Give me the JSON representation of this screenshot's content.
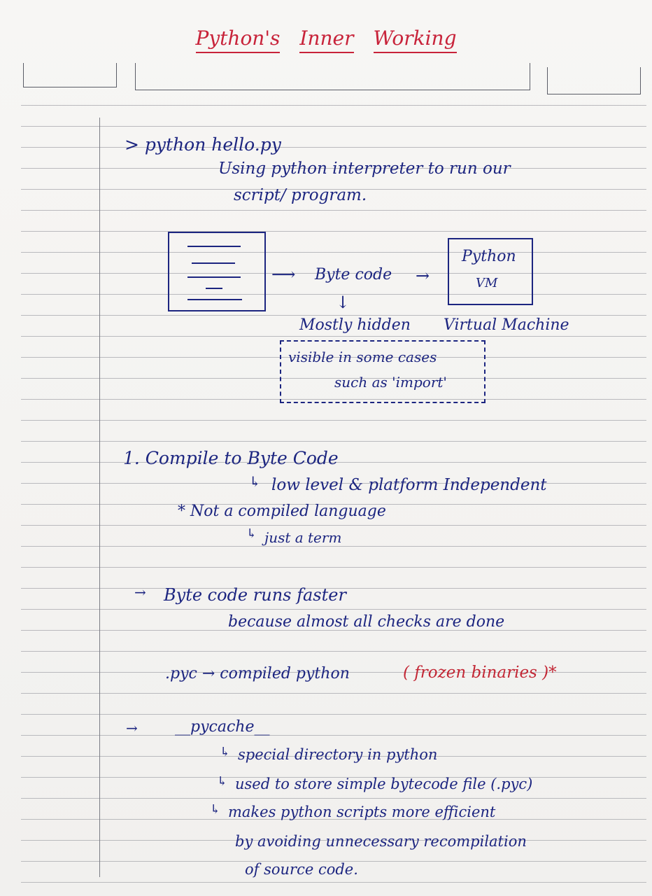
{
  "title": {
    "word1": "Python's",
    "word2": "Inner",
    "word3": "Working"
  },
  "section1": {
    "command": "> python  hello.py",
    "desc_line1": "Using python interpreter to run our",
    "desc_line2": "script/ program."
  },
  "diagram": {
    "byte_code_label": "Byte code",
    "vm_line1": "Python",
    "vm_line2": "VM",
    "mostly_hidden": "Mostly hidden",
    "virtual_machine": "Virtual Machine",
    "note_line1": "visible in some cases",
    "note_line2": "such as 'import'"
  },
  "point1": {
    "heading": "1. Compile to Byte Code",
    "sub": "low level & platform Independent",
    "star_note": "* Not a compiled language",
    "star_sub": "just a term"
  },
  "point2": {
    "heading": "Byte code runs faster",
    "sub": "because almost all checks are done"
  },
  "pyc": {
    "main": ".pyc → compiled python",
    "red_note": "( frozen binaries )*"
  },
  "pycache": {
    "heading": "__pycache__",
    "line1": "special directory in python",
    "line2": "used to store simple bytecode file (.pyc)",
    "line3": "makes python scripts more efficient",
    "line4": "by avoiding unnecessary recompilation",
    "line5": "of source code."
  },
  "colors": {
    "ink_blue": "#1c2580",
    "ink_red": "#c22735",
    "paper": "#f4f3f1",
    "rule": "#b9b9bd"
  }
}
